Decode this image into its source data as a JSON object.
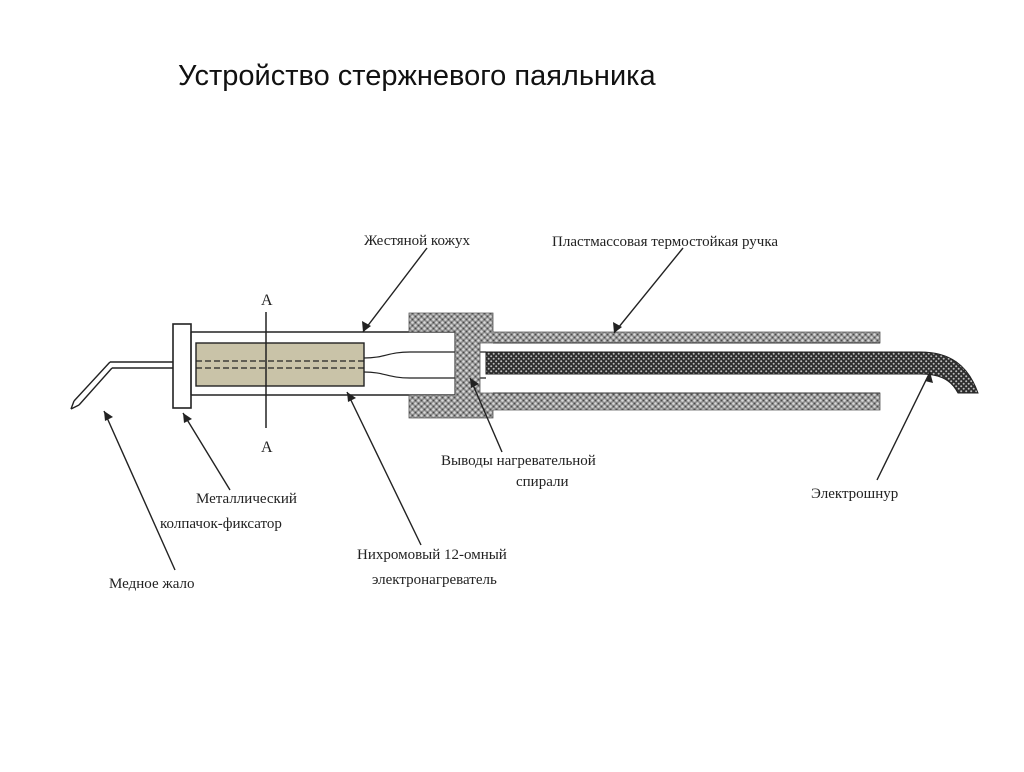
{
  "title": "Устройство стержневого паяльника",
  "labels": {
    "casing": "Жестяной кожух",
    "handle": "Пластмассовая термостойкая ручка",
    "section_top": "А",
    "section_bottom": "А",
    "leads_line1": "Выводы нагревательной",
    "leads_line2": "спирали",
    "cord": "Электрошнур",
    "cap_line1": "Металлический",
    "cap_line2": "колпачок-фиксатор",
    "heater_line1": "Нихромовый 12-омный",
    "heater_line2": "электронагреватель",
    "tip": "Медное жало"
  },
  "colors": {
    "line": "#1a1a1a",
    "heater_fill": "#c9c3a8",
    "textured": "#6b6b6b"
  }
}
